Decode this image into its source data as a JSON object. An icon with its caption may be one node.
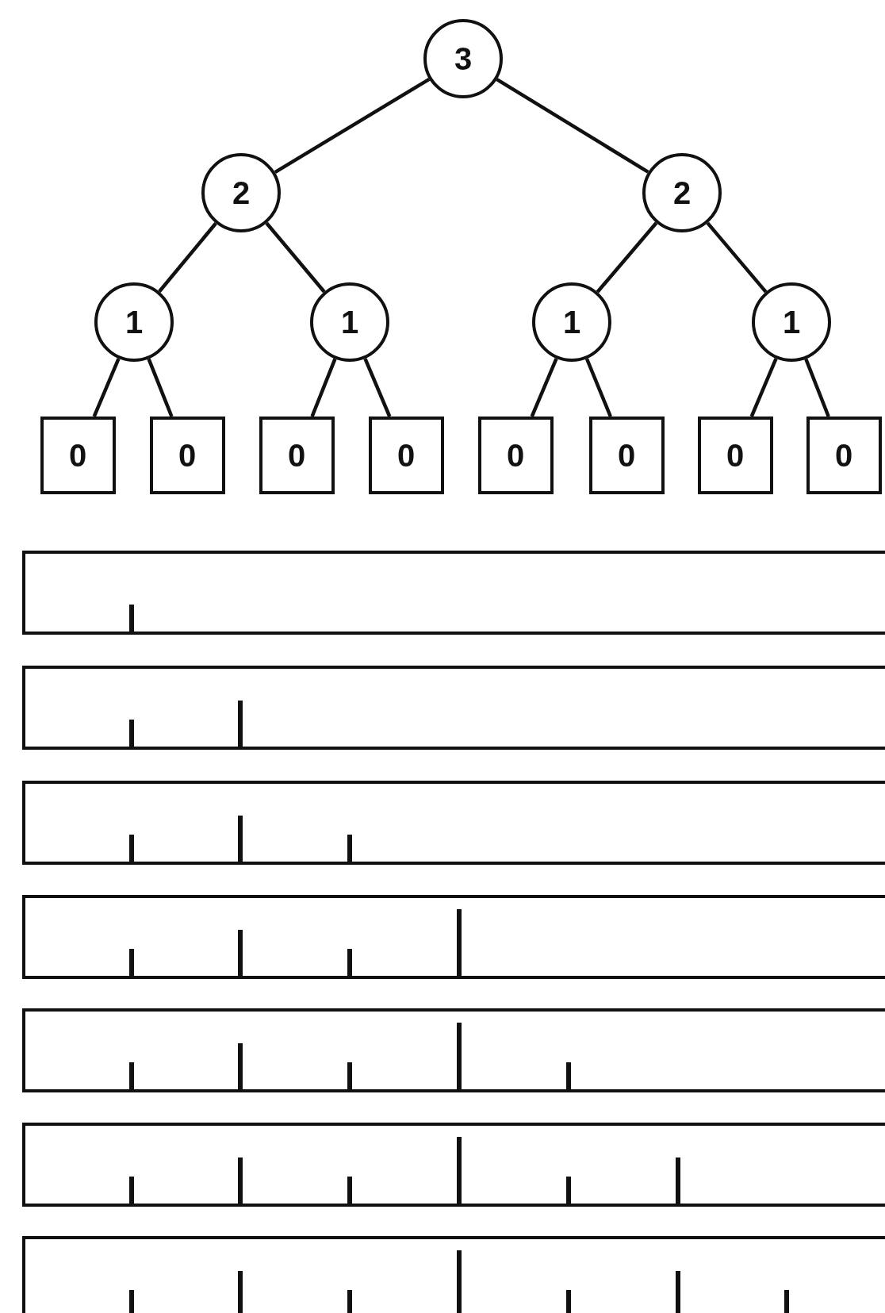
{
  "diagram": {
    "nodes": [
      {
        "text": [
          "3"
        ]
      },
      {
        "text": [
          "2"
        ]
      },
      {
        "text": [
          "2"
        ]
      },
      {
        "text": [
          "1"
        ]
      },
      {
        "text": [
          "1"
        ]
      },
      {
        "text": [
          "1"
        ]
      },
      {
        "text": [
          "1"
        ]
      },
      {
        "text": [
          "0"
        ]
      },
      {
        "text": [
          "0"
        ]
      },
      {
        "text": [
          "0"
        ]
      },
      {
        "text": [
          "0"
        ]
      },
      {
        "text": [
          "0"
        ]
      },
      {
        "text": [
          "0"
        ]
      },
      {
        "text": [
          "0"
        ]
      },
      {
        "text": [
          "0"
        ]
      }
    ],
    "edges": [
      {
        "from": 0,
        "to": 1,
        "arrow": "none"
      },
      {
        "from": 0,
        "to": 2,
        "arrow": "none"
      },
      {
        "from": 1,
        "to": 3,
        "arrow": "none"
      },
      {
        "from": 1,
        "to": 4,
        "arrow": "none"
      },
      {
        "from": 2,
        "to": 5,
        "arrow": "none"
      },
      {
        "from": 2,
        "to": 6,
        "arrow": "none"
      },
      {
        "from": 3,
        "to": 7,
        "arrow": "none"
      },
      {
        "from": 3,
        "to": 8,
        "arrow": "none"
      },
      {
        "from": 4,
        "to": 9,
        "arrow": "none"
      },
      {
        "from": 4,
        "to": 10,
        "arrow": "none"
      },
      {
        "from": 5,
        "to": 11,
        "arrow": "none"
      },
      {
        "from": 5,
        "to": 12,
        "arrow": "none"
      },
      {
        "from": 6,
        "to": 13,
        "arrow": "none"
      },
      {
        "from": 6,
        "to": 14,
        "arrow": "none"
      }
    ]
  }
}
